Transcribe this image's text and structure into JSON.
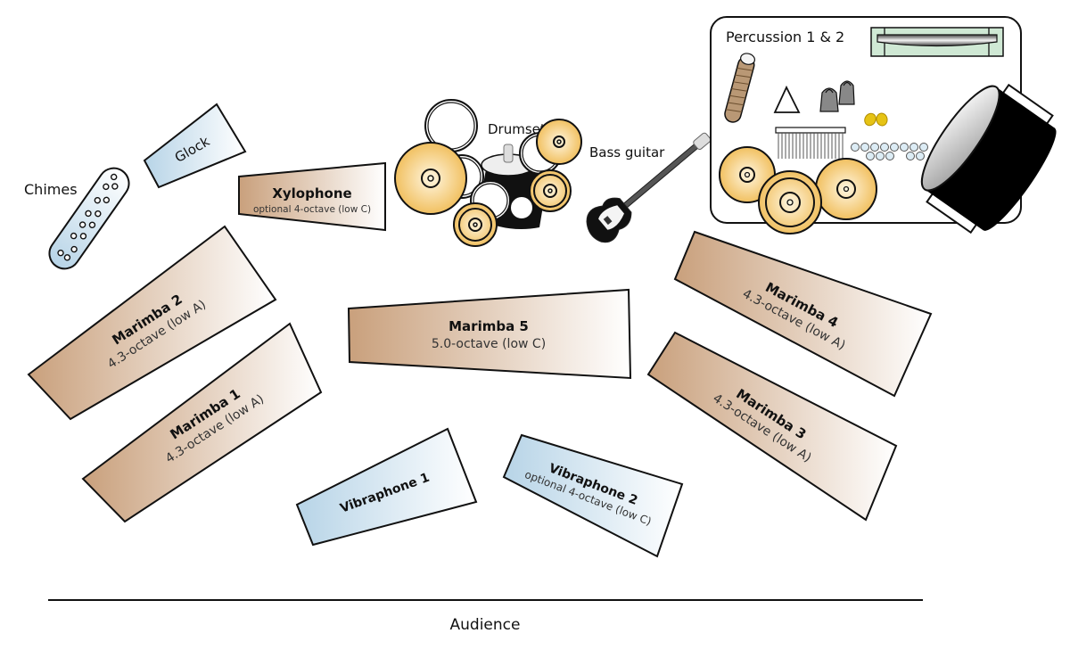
{
  "title": "Percussion ensemble stage setup",
  "audience_label": "Audience",
  "colors": {
    "wood_dark": "#c9a07c",
    "wood_light": "#ffffff",
    "metal_dark": "#b9d5e6",
    "metal_light": "#ffffff",
    "cymbal_gold": "#f3c46a",
    "cymbal_light": "#fff3d6",
    "outline": "#111111"
  },
  "instruments": {
    "chimes": {
      "name": "Chimes"
    },
    "glock": {
      "name": "Glock"
    },
    "xylophone": {
      "name": "Xylophone",
      "detail": "optional 4-octave (low C)"
    },
    "drumset": {
      "name": "Drumset"
    },
    "bass_guitar": {
      "name": "Bass guitar"
    },
    "percussion": {
      "name": "Percussion 1 & 2"
    },
    "marimba2": {
      "name": "Marimba 2",
      "detail": "4.3-octave (low A)"
    },
    "marimba1": {
      "name": "Marimba 1",
      "detail": "4.3-octave (low A)"
    },
    "marimba5": {
      "name": "Marimba 5",
      "detail": "5.0-octave (low C)"
    },
    "marimba4": {
      "name": "Marimba 4",
      "detail": "4.3-octave (low A)"
    },
    "marimba3": {
      "name": "Marimba 3",
      "detail": "4.3-octave (low A)"
    },
    "vibraphone1": {
      "name": "Vibraphone 1"
    },
    "vibraphone2": {
      "name": "Vibraphone 2",
      "detail": "optional 4-octave (low C)"
    }
  }
}
